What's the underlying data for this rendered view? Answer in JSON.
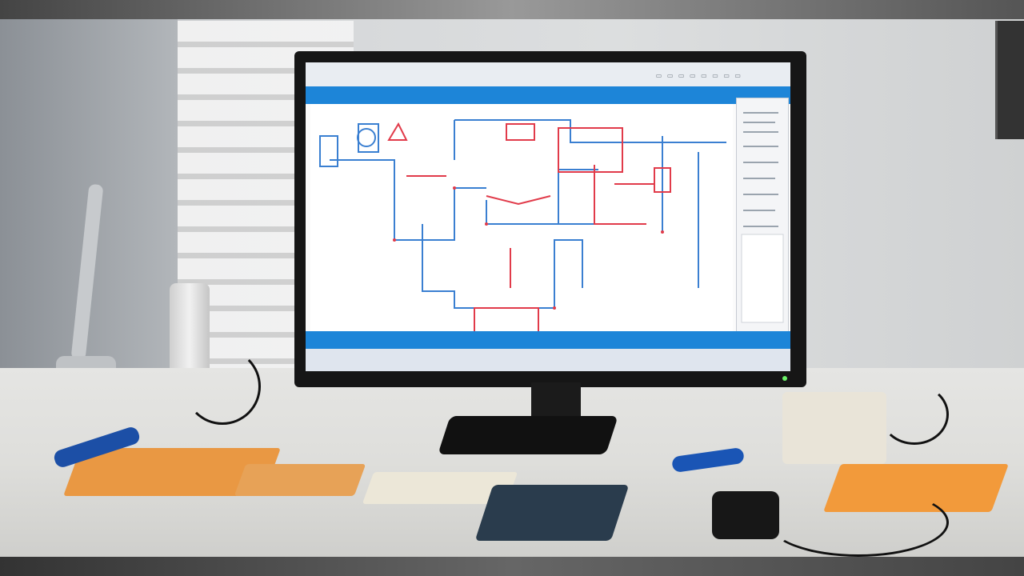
{
  "scene": {
    "description_items": [
      "desk",
      "monitor",
      "schematic-software",
      "breadboards",
      "soldering-iron",
      "window-blinds",
      "desk-lamp"
    ]
  },
  "colors": {
    "monitor_bezel": "#161616",
    "ui_blue": "#1d85d8",
    "schematic_red": "#e13b4a",
    "schematic_blue": "#3a7fd1",
    "desk": "#e5e5e3",
    "breadboard_orange": "#e99843"
  }
}
